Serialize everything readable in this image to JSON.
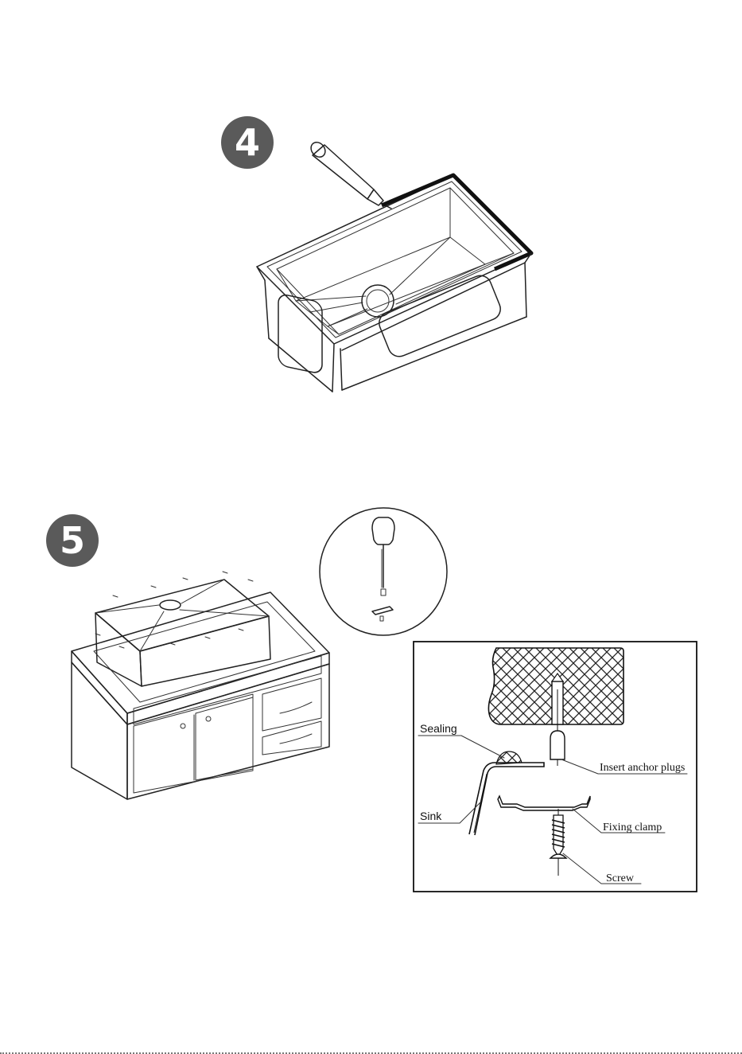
{
  "steps": [
    {
      "number": "4"
    },
    {
      "number": "5"
    }
  ],
  "detail": {
    "labels": {
      "sealing": "Sealing",
      "sink": "Sink",
      "insert_anchor_plugs": "Insert anchor plugs",
      "fixing_clamp": "Fixing clamp",
      "screw": "Screw"
    }
  },
  "colors": {
    "badge": "#5a5a5a",
    "line": "#222222"
  }
}
